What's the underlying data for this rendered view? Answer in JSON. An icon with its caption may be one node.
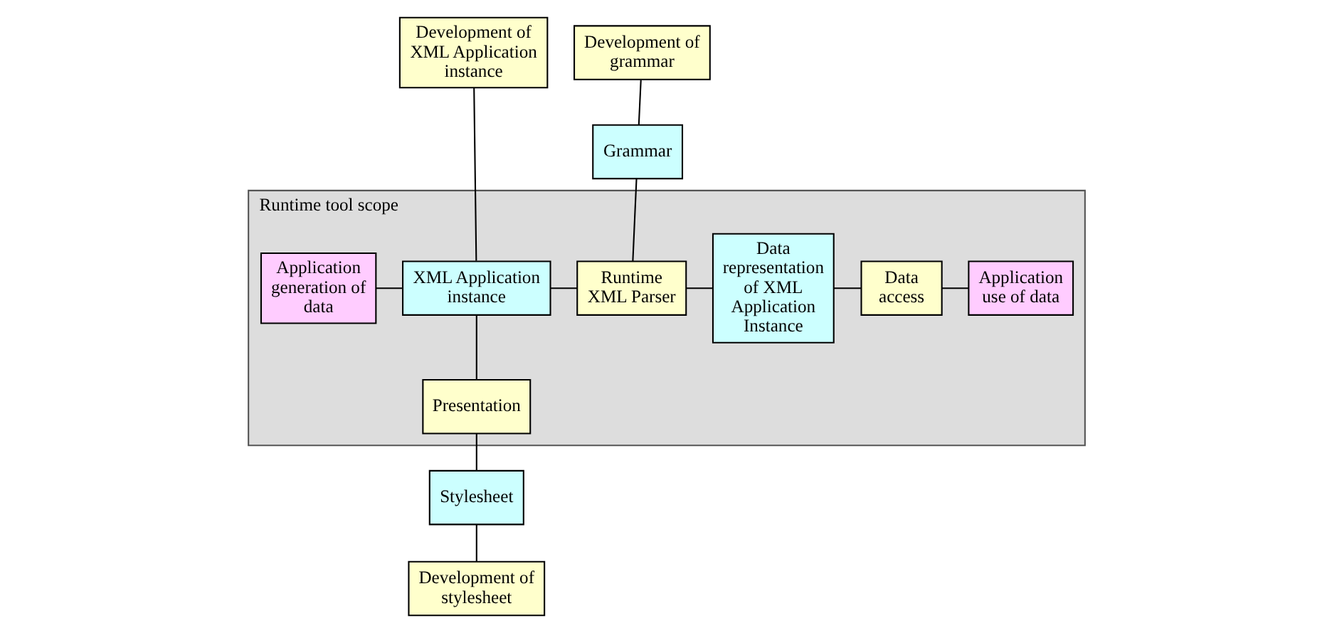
{
  "diagram": {
    "nodes": [
      {
        "text": [
          "Development of XML Application instance"
        ]
      },
      {
        "text": [
          "Development of grammar"
        ]
      },
      {
        "text": [
          "Grammar"
        ]
      },
      {
        "text": [
          "Runtime tool scope"
        ]
      },
      {
        "text": [
          "Application generation of data"
        ],
        "in": 3
      },
      {
        "text": [
          "XML Application instance"
        ],
        "in": 3
      },
      {
        "text": [
          "Runtime XML Parser"
        ],
        "in": 3
      },
      {
        "text": [
          "Data representation of XML Application Instance"
        ],
        "in": 3
      },
      {
        "text": [
          "Data access"
        ],
        "in": 3
      },
      {
        "text": [
          "Application use of data"
        ],
        "in": 3
      },
      {
        "text": [
          "Presentation"
        ],
        "in": 3
      },
      {
        "text": [
          "Stylesheet"
        ]
      },
      {
        "text": [
          "Development of stylesheet"
        ]
      }
    ],
    "edges": [
      {
        "from": 0,
        "to": 5,
        "arrow": "none"
      },
      {
        "from": 1,
        "to": 2,
        "arrow": "none"
      },
      {
        "from": 2,
        "to": 6,
        "arrow": "none"
      },
      {
        "from": 4,
        "to": 5,
        "arrow": "none"
      },
      {
        "from": 5,
        "to": 6,
        "arrow": "none"
      },
      {
        "from": 6,
        "to": 7,
        "arrow": "none"
      },
      {
        "from": 7,
        "to": 8,
        "arrow": "none"
      },
      {
        "from": 8,
        "to": 9,
        "arrow": "none"
      },
      {
        "from": 5,
        "to": 10,
        "arrow": "none"
      },
      {
        "from": 10,
        "to": 11,
        "arrow": "none"
      },
      {
        "from": 11,
        "to": 12,
        "arrow": "none"
      }
    ]
  }
}
